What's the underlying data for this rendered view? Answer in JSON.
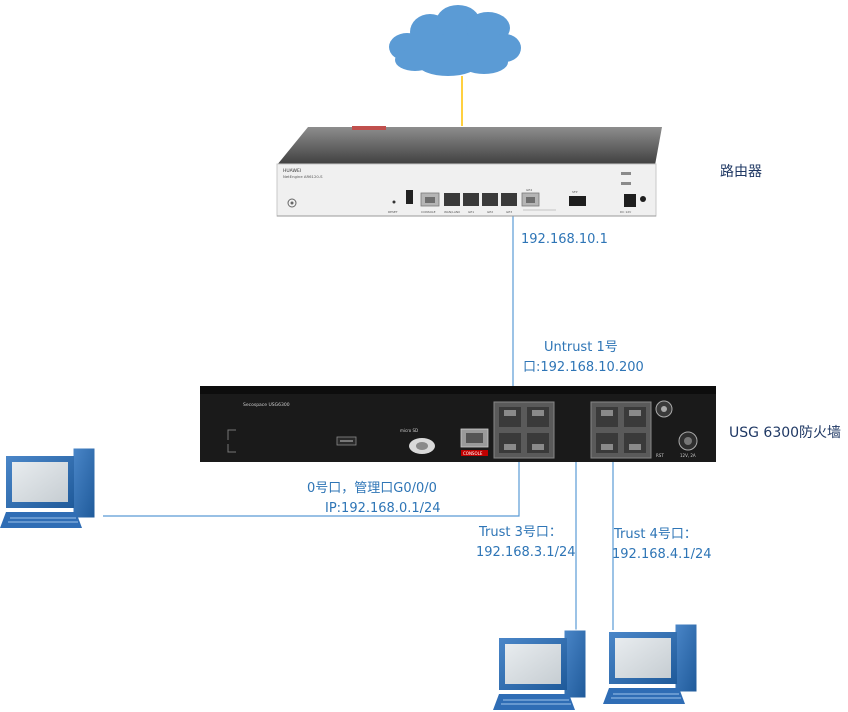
{
  "labels": {
    "router": "路由器",
    "router_ip": "192.168.10.1",
    "untrust_line1": "Untrust 1号",
    "untrust_line2": "口:192.168.10.200",
    "firewall": "USG 6300防火墙",
    "mgmt_line1": "0号口，管理口G0/0/0",
    "mgmt_line2": "IP:192.168.0.1/24",
    "trust3_line1": "Trust 3号口：",
    "trust3_line2": "192.168.3.1/24",
    "trust4_line1": "Trust  4号口：",
    "trust4_line2": "192.168.4.1/24"
  },
  "device_text": {
    "router_brand": "HUAWEI",
    "router_model": "NetEngine AR6120-S",
    "router_ports": [
      "RESET",
      "CONSOLE",
      "WAN/LAN0",
      "GE1",
      "GE2",
      "GE3",
      "GE4",
      "SFP"
    ],
    "router_power": "DC 12V",
    "fw_brand": "Secospace USG6300",
    "fw_microsd": "micro SD",
    "fw_console": "CONSOLE",
    "fw_rst": "RST",
    "fw_power": "12V, 2A"
  },
  "colors": {
    "link": "#5b9bd5",
    "uplink": "#ffc000",
    "cloud": "#5b9bd5",
    "label": "#2e75b6",
    "router_body": "#f0f0f0",
    "firewall_body": "#1a1a1a"
  }
}
